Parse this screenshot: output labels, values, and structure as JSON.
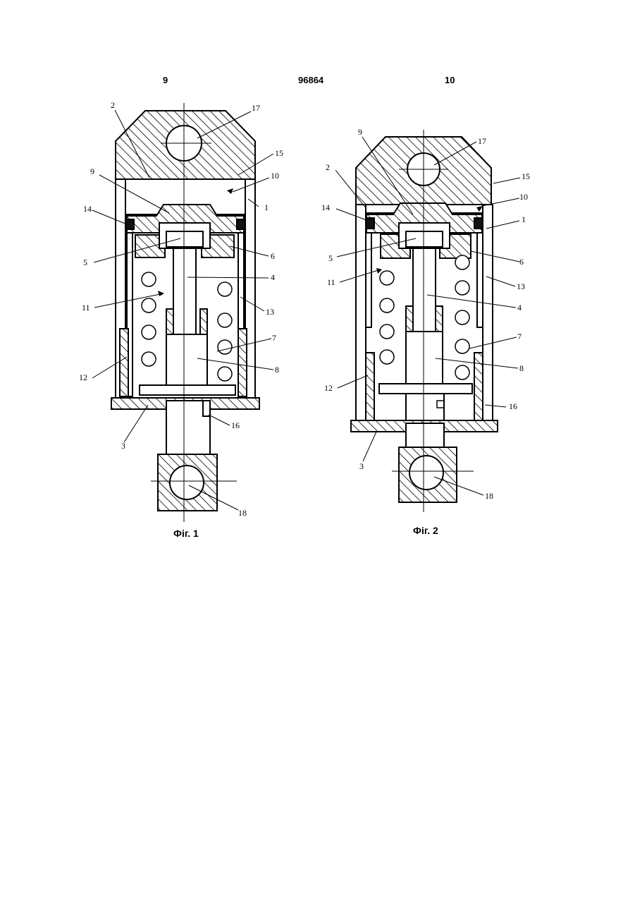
{
  "header": {
    "page_left": "9",
    "patent_number": "96864",
    "page_right": "10"
  },
  "figures": [
    {
      "caption": "Фіг. 1",
      "labels": [
        "1",
        "2",
        "3",
        "4",
        "5",
        "6",
        "7",
        "8",
        "9",
        "10",
        "11",
        "12",
        "13",
        "14",
        "15",
        "16",
        "17",
        "18"
      ]
    },
    {
      "caption": "Фіг. 2",
      "labels": [
        "1",
        "2",
        "3",
        "4",
        "5",
        "6",
        "7",
        "8",
        "9",
        "10",
        "11",
        "12",
        "13",
        "14",
        "15",
        "16",
        "17",
        "18"
      ]
    }
  ]
}
